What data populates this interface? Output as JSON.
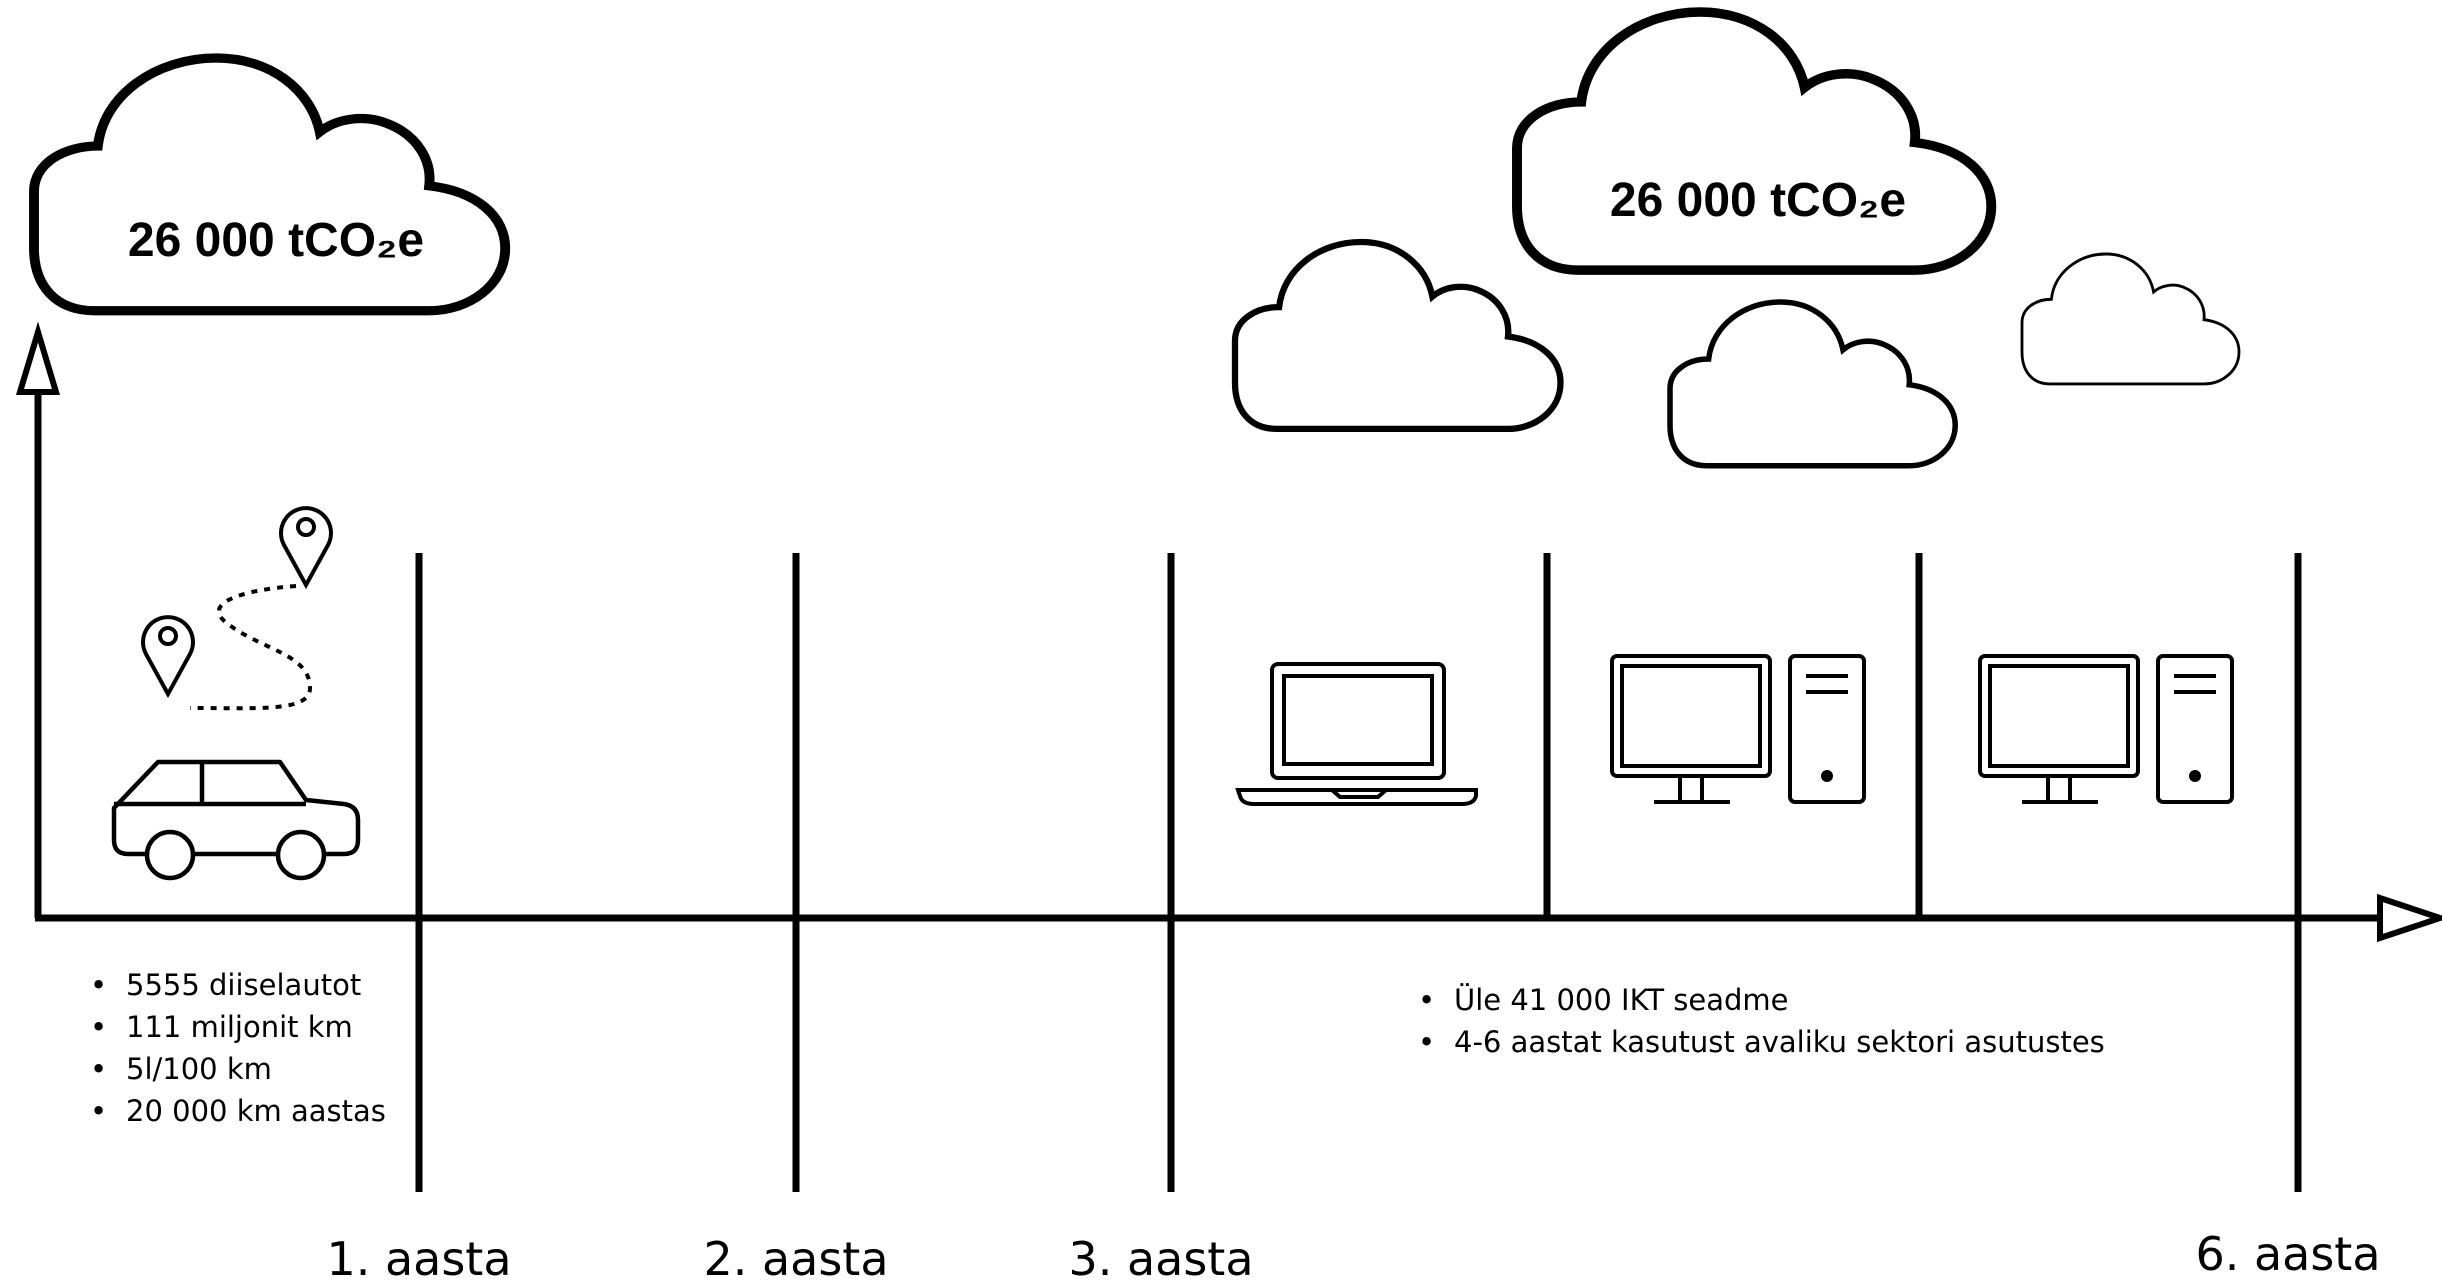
{
  "clouds": {
    "left_emission": "26 000 tCO₂e",
    "right_emission": "26 000 tCO₂e"
  },
  "years": [
    "1. aasta",
    "2. aasta",
    "3. aasta",
    "6. aasta"
  ],
  "car_facts": [
    "5555 diiselautot",
    "111 miljonit km",
    "5l/100 km",
    "20 000 km aastas"
  ],
  "ict_facts": [
    "Üle 41 000 IKT seadme",
    "4-6 aastat kasutust avaliku sektori asutustes"
  ],
  "icons": [
    "cloud-icon",
    "map-pin-icon",
    "car-icon",
    "laptop-icon",
    "desktop-computer-icon",
    "computer-tower-icon"
  ]
}
